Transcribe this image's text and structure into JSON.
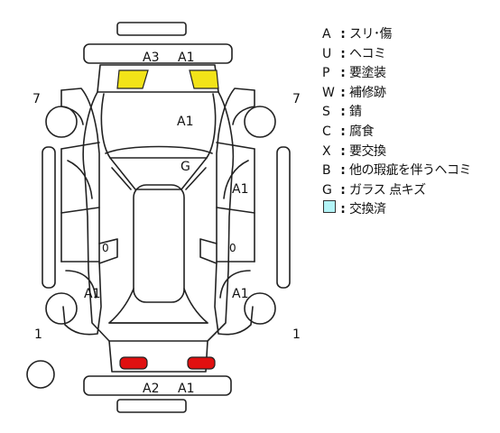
{
  "diagram": {
    "labels": {
      "front_bumper_left": "A3",
      "front_bumper_right": "A1",
      "hood": "A1",
      "windshield": "G",
      "right_front_door": "A1",
      "right_mirror": "0",
      "left_mirror": "0",
      "left_rear_door": "A1",
      "right_rear_door": "A1",
      "rear_bumper_left": "A2",
      "rear_bumper_right": "A1",
      "left_front_fender_count": "7",
      "right_front_fender_count": "7",
      "left_rear_count": "1",
      "right_rear_count": "1"
    },
    "colors": {
      "yellow_marker": "#f2e318",
      "red_marker": "#e01010",
      "swap_swatch": "#b3f4f7"
    }
  },
  "legend": {
    "items": [
      {
        "code": "A",
        "sep": ":",
        "text": "スリ･傷"
      },
      {
        "code": "U",
        "sep": ":",
        "text": "ヘコミ"
      },
      {
        "code": "P",
        "sep": ":",
        "text": "要塗装"
      },
      {
        "code": "W",
        "sep": ":",
        "text": "補修跡"
      },
      {
        "code": "S",
        "sep": ":",
        "text": "錆"
      },
      {
        "code": "C",
        "sep": ":",
        "text": "腐食"
      },
      {
        "code": "X",
        "sep": ":",
        "text": "要交換"
      },
      {
        "code": "B",
        "sep": ":",
        "text": "他の瑕疵を伴うヘコミ"
      },
      {
        "code": "G",
        "sep": ":",
        "text": "ガラス 点キズ"
      }
    ],
    "swap": {
      "sep": ":",
      "text": "交換済"
    }
  }
}
